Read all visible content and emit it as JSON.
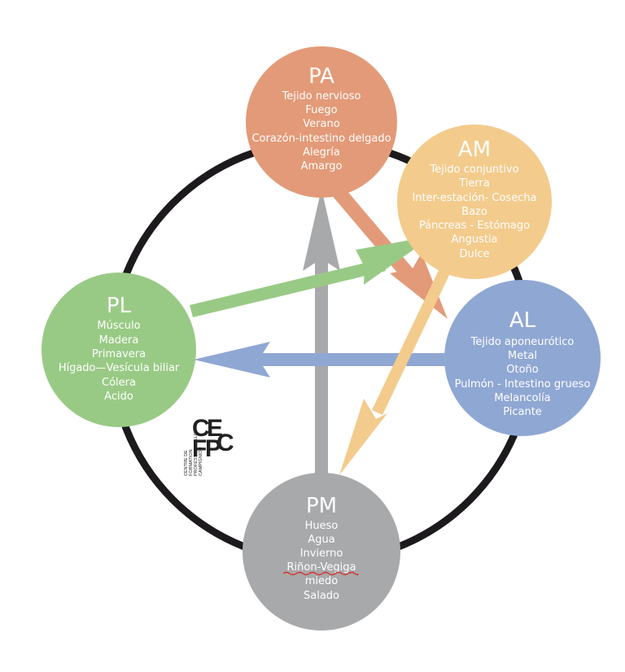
{
  "diagram": {
    "nodes": [
      {
        "id": "PA",
        "title": "PA",
        "color": "#e39a78",
        "items": [
          "Tejido nervioso",
          "Fuego",
          "Verano",
          "Corazón-intestino delgado",
          "Alegría",
          "Amargo"
        ]
      },
      {
        "id": "AM",
        "title": "AM",
        "color": "#f3cb8c",
        "items": [
          "Tejido conjuntivo",
          "Tierra",
          "Inter-estación- Cosecha",
          "Bazo",
          "Páncreas - Estómago",
          "Angustia",
          "Dulce"
        ]
      },
      {
        "id": "AL",
        "title": "AL",
        "color": "#8fa7d3",
        "items": [
          "Tejido aponeurótico",
          "Metal",
          "Otoño",
          "Pulmón - Intestino grueso",
          "Melancolía",
          "Picante"
        ]
      },
      {
        "id": "PM",
        "title": "PM",
        "color": "#a8a9ab",
        "items": [
          "Hueso",
          "Agua",
          "Invierno",
          "Riñon-Vegiga",
          "miedo",
          "Salado"
        ]
      },
      {
        "id": "PL",
        "title": "PL",
        "color": "#99ca85",
        "items": [
          "Músculo",
          "Madera",
          "Primavera",
          "Hígado—Vesícula biliar",
          "Cólera",
          "Acido"
        ]
      }
    ],
    "arrows": [
      {
        "from": "PM",
        "to": "PA",
        "color": "#a8a9ab"
      },
      {
        "from": "PA",
        "to": "AL",
        "color": "#e39a78"
      },
      {
        "from": "AL",
        "to": "PL",
        "color": "#8fa7d3"
      },
      {
        "from": "PL",
        "to": "AM",
        "color": "#99ca85"
      },
      {
        "from": "AM",
        "to": "PM",
        "color": "#f3cb8c"
      }
    ],
    "ring_color": "#1c1a1c",
    "logo": {
      "letters": "CEFPC",
      "caption_lines": [
        "CENTRE DE",
        "FORMATION",
        "PROFESSIONNELLE",
        "CAMPIGNION"
      ]
    }
  }
}
